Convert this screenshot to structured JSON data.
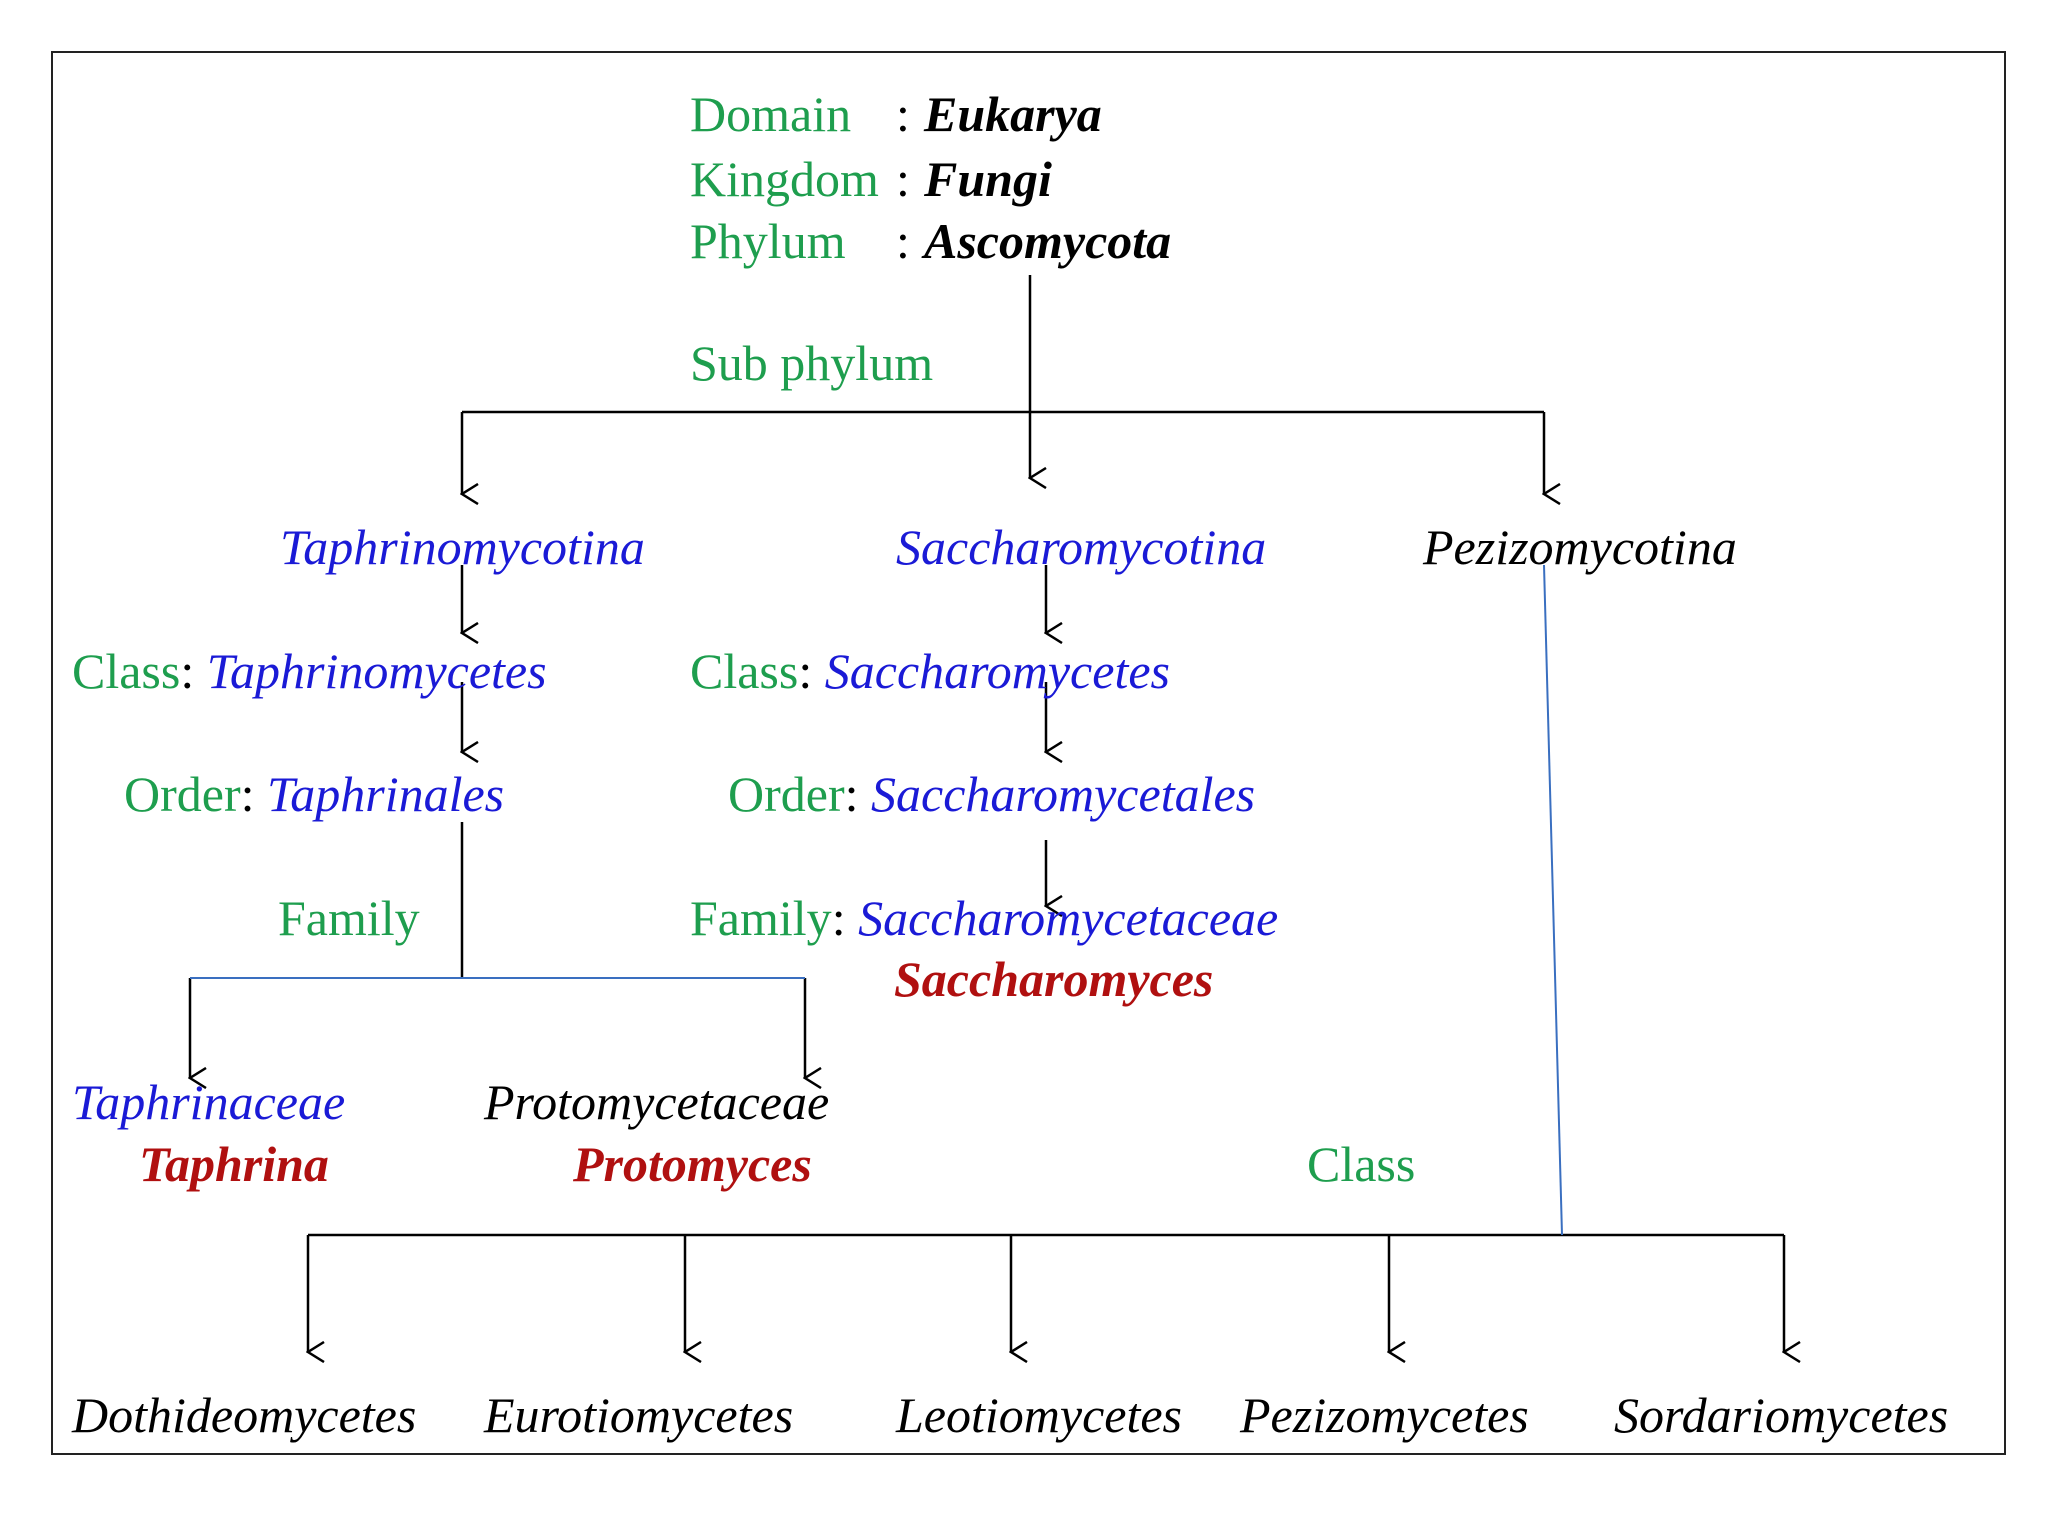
{
  "colors": {
    "rank_label": "#1e9e4e",
    "taxon_blue": "#1a1ad6",
    "genus_red": "#b01010",
    "taxon_black": "#000000",
    "branch_line_blue": "#3a6fc0"
  },
  "header": {
    "domain_label": "Domain",
    "domain_sep": ":",
    "domain_value": "Eukarya",
    "kingdom_label": "Kingdom",
    "kingdom_sep": ":",
    "kingdom_value": "Fungi",
    "phylum_label": "Phylum",
    "phylum_sep": ":",
    "phylum_value": "Ascomycota"
  },
  "subphylum_label": "Sub phylum",
  "subphyla": {
    "left": "Taphrinomycotina",
    "middle": "Saccharomycotina",
    "right": "Pezizomycotina"
  },
  "left_branch": {
    "class_label": "Class",
    "class_sep": ":",
    "class_value": "Taphrinomycetes",
    "order_label": "Order",
    "order_sep": ":",
    "order_value": "Taphrinales",
    "family_label": "Family",
    "families": [
      {
        "family": "Taphrinaceae",
        "genus": "Taphrina"
      },
      {
        "family": "Protomycetaceae",
        "genus": "Protomyces"
      }
    ]
  },
  "middle_branch": {
    "class_label": "Class",
    "class_sep": ":",
    "class_value": "Saccharomycetes",
    "order_label": "Order",
    "order_sep": ":",
    "order_value": "Saccharomycetales",
    "family_label": "Family",
    "family_sep": ":",
    "family_value": "Saccharomycetaceae",
    "genus": "Saccharomyces"
  },
  "right_branch": {
    "class_label": "Class",
    "classes": [
      "Dothideomycetes",
      "Eurotiomycetes",
      "Leotiomycetes",
      "Pezizomycetes",
      "Sordariomycetes"
    ]
  }
}
